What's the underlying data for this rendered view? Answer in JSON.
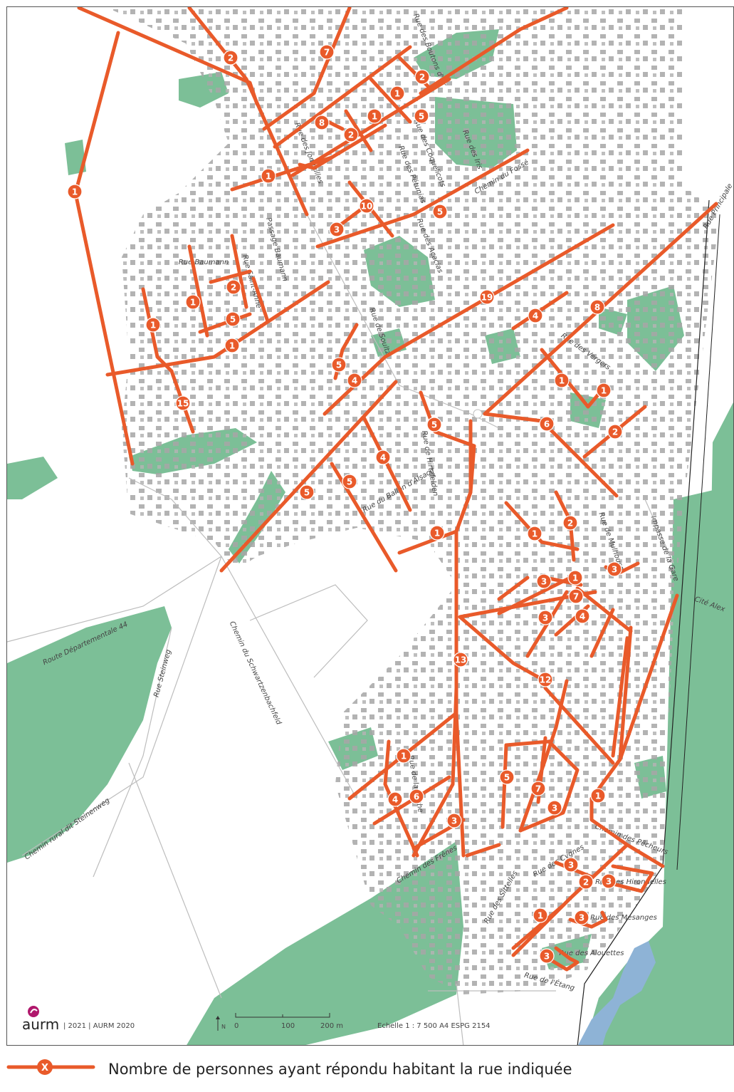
{
  "colors": {
    "route": "#e95a2a",
    "vegetation": "#7cbf97",
    "water": "#8eb3d6",
    "building": "#a6a6a6",
    "road_outline": "#bdbdbd",
    "brand": "#b0186c"
  },
  "map": {
    "street_labels": [
      "Rue des Boutons d'Or",
      "Rue des Coquelicots",
      "Rue des Pétunias",
      "Rue des Iris",
      "Rue des Jonquilles",
      "Chemin du Fossé",
      "Rue des Acacias",
      "Rue Baumann",
      "Passage Baumann",
      "Rue Saint-Anne",
      "Rue de Soultz",
      "Rue du Ballon d'Alsace",
      "Rue de Mulhouse",
      "Impasse de la Gare",
      "Rue des Vergers",
      "Cité Alex",
      "Route Départementale 44",
      "Rue Steinweg",
      "Chemin du Schwartzenbachfeld",
      "Chemin rural dit Steinenweg",
      "Chemin des Frênes",
      "Chemin des Pêcheurs",
      "Rue des Cygnes",
      "Rue des Hirondelles",
      "Rue des Mésanges",
      "Rue des Sittelles",
      "Rue des Alouettes",
      "Rue de l'Étang",
      "Rue de la Roche",
      "Rue de Hirtzfelden",
      "Rue Principale"
    ],
    "street_respondents": [
      {
        "count": "2"
      },
      {
        "count": "7"
      },
      {
        "count": "2"
      },
      {
        "count": "1"
      },
      {
        "count": "8"
      },
      {
        "count": "1"
      },
      {
        "count": "5"
      },
      {
        "count": "2"
      },
      {
        "count": "1"
      },
      {
        "count": "1"
      },
      {
        "count": "10"
      },
      {
        "count": "5"
      },
      {
        "count": "3"
      },
      {
        "count": "2"
      },
      {
        "count": "1"
      },
      {
        "count": "5"
      },
      {
        "count": "1"
      },
      {
        "count": "1"
      },
      {
        "count": "19"
      },
      {
        "count": "4"
      },
      {
        "count": "8"
      },
      {
        "count": "5"
      },
      {
        "count": "4"
      },
      {
        "count": "15"
      },
      {
        "count": "1"
      },
      {
        "count": "1"
      },
      {
        "count": "5"
      },
      {
        "count": "6"
      },
      {
        "count": "2"
      },
      {
        "count": "4"
      },
      {
        "count": "5"
      },
      {
        "count": "5"
      },
      {
        "count": "1"
      },
      {
        "count": "2"
      },
      {
        "count": "1"
      },
      {
        "count": "3"
      },
      {
        "count": "1"
      },
      {
        "count": "3"
      },
      {
        "count": "7"
      },
      {
        "count": "3"
      },
      {
        "count": "4"
      },
      {
        "count": "13"
      },
      {
        "count": "12"
      },
      {
        "count": "1"
      },
      {
        "count": "5"
      },
      {
        "count": "7"
      },
      {
        "count": "3"
      },
      {
        "count": "1"
      },
      {
        "count": "4"
      },
      {
        "count": "6"
      },
      {
        "count": "3"
      },
      {
        "count": "3"
      },
      {
        "count": "2"
      },
      {
        "count": "3"
      },
      {
        "count": "1"
      },
      {
        "count": "3"
      },
      {
        "count": "3"
      }
    ]
  },
  "footer": {
    "brand_name": "aurm",
    "credits": "| 2021 | AURM 2020",
    "north_label": "N",
    "scale_labels": [
      "0",
      "100",
      "200 m"
    ],
    "scale_info": "Echelle 1 : 7 500 A4 ESPG 2154"
  },
  "legend": {
    "marker_label": "X",
    "text": "Nombre de personnes ayant répondu habitant la rue indiquée"
  }
}
